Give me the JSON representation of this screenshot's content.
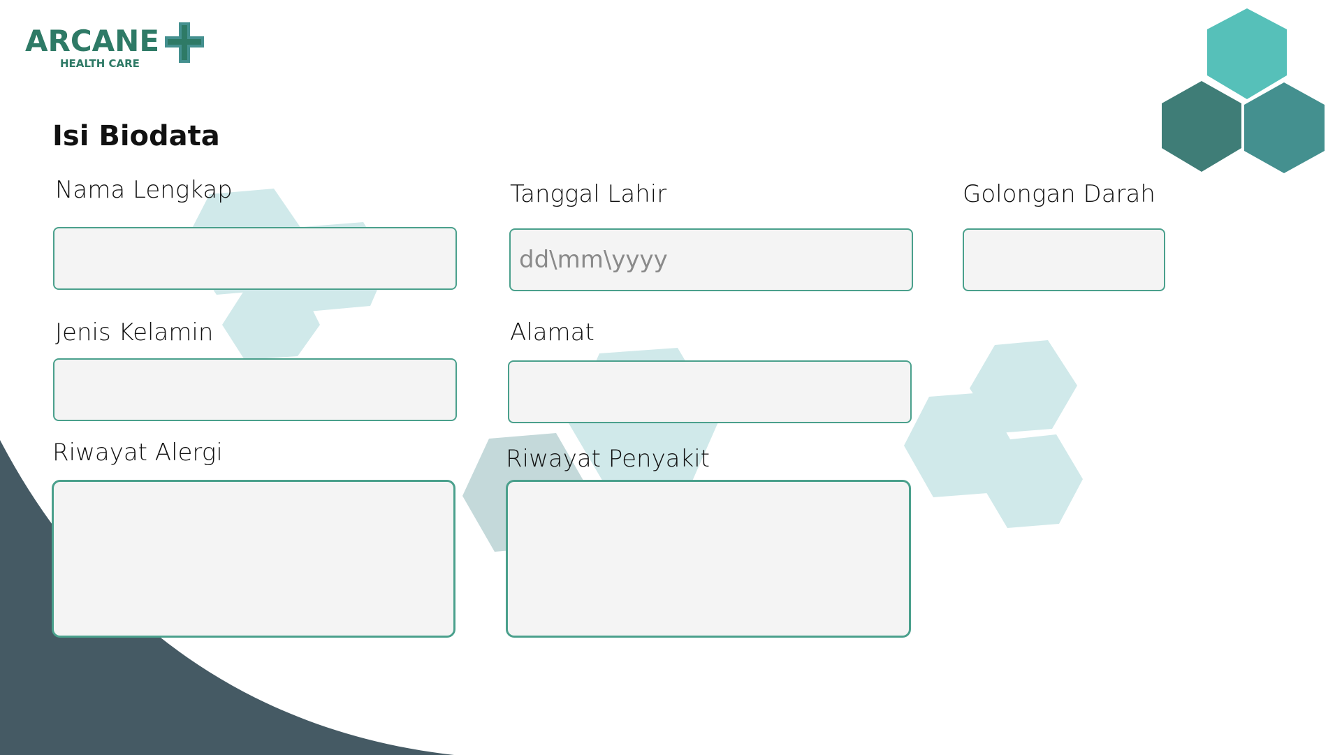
{
  "brand": {
    "name": "ARCANE",
    "tagline": "HEALTH CARE"
  },
  "form": {
    "title": "Isi Biodata",
    "full_name": {
      "label": "Nama Lengkap",
      "value": ""
    },
    "birth_date": {
      "label": "Tanggal Lahir",
      "value": "",
      "placeholder": "dd\\mm\\yyyy"
    },
    "blood_type": {
      "label": "Golongan Darah",
      "value": ""
    },
    "gender": {
      "label": "Jenis Kelamin",
      "value": ""
    },
    "address": {
      "label": "Alamat",
      "value": ""
    },
    "allergy_history": {
      "label": "Riwayat Alergi",
      "value": ""
    },
    "disease_history": {
      "label": "Riwayat Penyakit",
      "value": ""
    }
  },
  "colors": {
    "accent": "#4aa08c",
    "brand": "#2e7a66",
    "dark_wave": "#455a64",
    "hex_light": "#d0e9ea",
    "hex_teal_1": "#56c0b9",
    "hex_teal_2": "#3f7d77",
    "hex_teal_3": "#44908f",
    "field_bg": "#f4f4f4"
  }
}
